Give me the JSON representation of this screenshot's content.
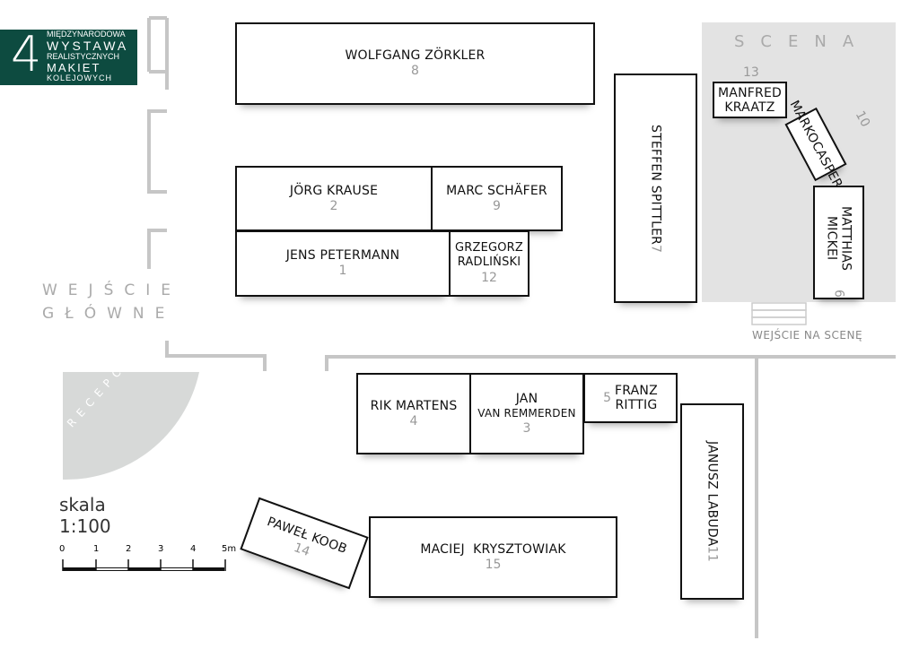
{
  "logo": {
    "number": "4",
    "line1": "MIĘDZYNARODOWA",
    "line2": "WYSTAWA",
    "line3": "REALISTYCZNYCH",
    "line4": "MAKIET",
    "line5": "KOLEJOWYCH"
  },
  "labels": {
    "stage": "SCENA",
    "entrance_line1": "WEJŚCIE",
    "entrance_line2": "GŁÓWNE",
    "stage_entrance": "WEJŚCIE NA SCENĘ",
    "reception": "RECEPCJA"
  },
  "scale": {
    "label": "skala",
    "ratio": "1:100",
    "ticks": [
      "0",
      "1",
      "2",
      "3",
      "4",
      "5m"
    ]
  },
  "tables": [
    {
      "name": "WOLFGANG ZÖRKLER",
      "number": "8"
    },
    {
      "name": "JÖRG KRAUSE",
      "number": "2"
    },
    {
      "name": "MARC SCHÄFER",
      "number": "9"
    },
    {
      "name": "JENS PETERMANN",
      "number": "1"
    },
    {
      "name": "GRZEGORZ RADLIŃSKI",
      "name_l1": "GRZEGORZ",
      "name_l2": "RADLIŃSKI",
      "number": "12"
    },
    {
      "name": "STEFFEN SPITTLER",
      "number": "7"
    },
    {
      "name": "MANFRED KRAATZ",
      "name_l1": "MANFRED",
      "name_l2": "KRAATZ",
      "number": "13"
    },
    {
      "name": "MARKO CASPER",
      "name_l1": "MARKO",
      "name_l2": "CASPER",
      "number": "10"
    },
    {
      "name": "MATTHIAS MICKEI",
      "number": "6"
    },
    {
      "name": "RIK MARTENS",
      "number": "4"
    },
    {
      "name": "JAN VAN REMMERDEN",
      "name_l1": "JAN",
      "name_l2": "VAN REMMERDEN",
      "number": "3"
    },
    {
      "name": "FRANZ RITTIG",
      "name_l1": "FRANZ",
      "name_l2": "RITTIG",
      "number": "5"
    },
    {
      "name": "JANUSZ LABUDA",
      "number": "11"
    },
    {
      "name": "PAWEŁ KOOB",
      "number": "14"
    },
    {
      "name": "MACIEJ  KRYSZTOWIAK",
      "number": "15"
    }
  ]
}
